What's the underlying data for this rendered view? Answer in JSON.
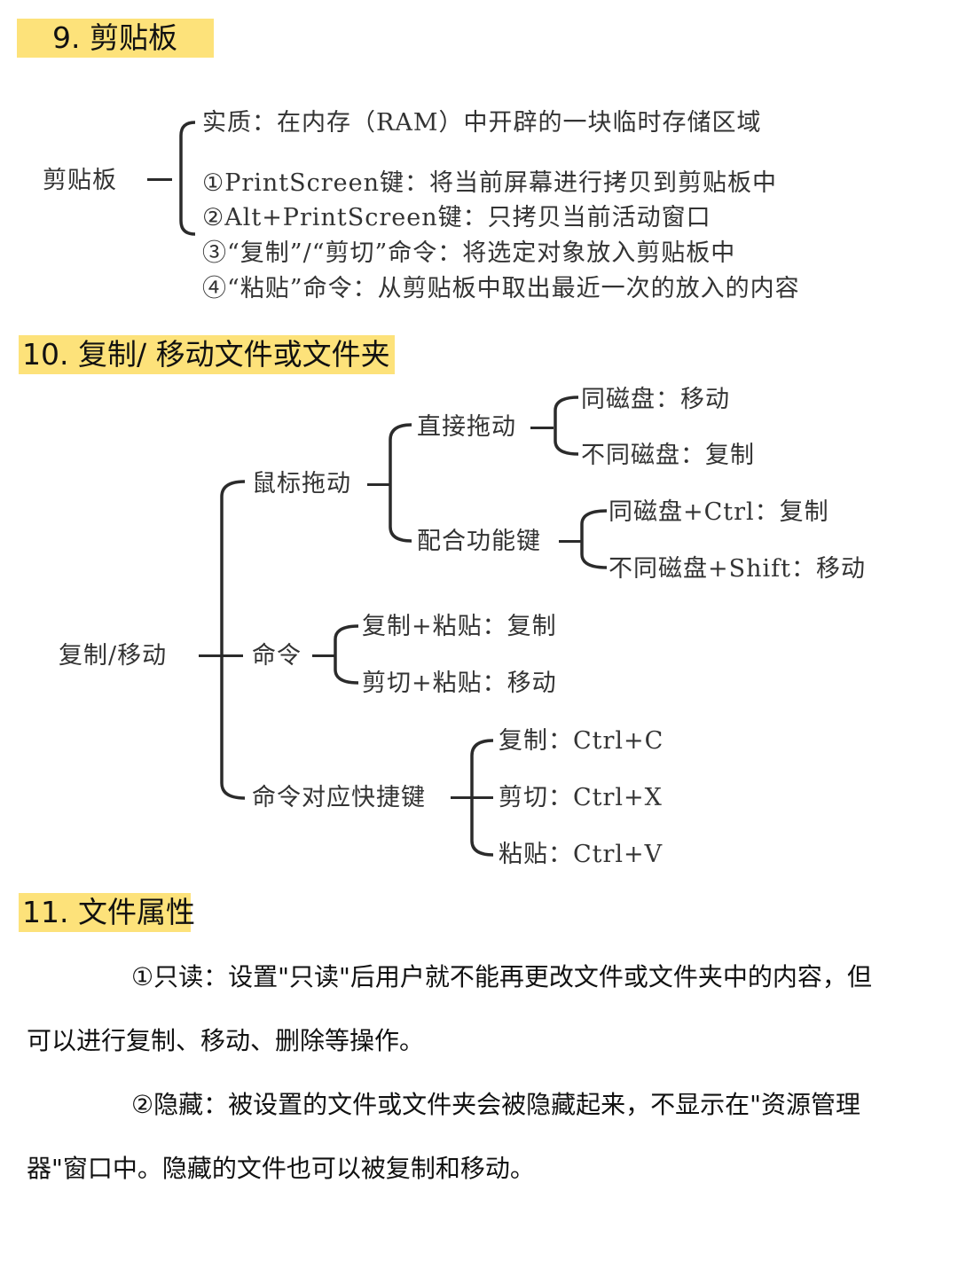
{
  "section9": {
    "heading": "9. 剪贴板",
    "root": "剪贴板",
    "items": [
      "实质：在内存（RAM）中开辟的一块临时存储区域",
      "①PrintScreen键：将当前屏幕进行拷贝到剪贴板中",
      "②Alt+PrintScreen键：只拷贝当前活动窗口",
      "③“复制”/“剪切”命令：将选定对象放入剪贴板中",
      "④“粘贴”命令：从剪贴板中取出最近一次的放入的内容"
    ]
  },
  "section10": {
    "heading": "10. 复制/ 移动文件或文件夹",
    "root": "复制/移动",
    "branches": {
      "mouse_drag": {
        "label": "鼠标拖动",
        "direct": {
          "label": "直接拖动",
          "items": [
            "同磁盘：移动",
            "不同磁盘：复制"
          ]
        },
        "with_key": {
          "label": "配合功能键",
          "items": [
            "同磁盘+Ctrl：复制",
            "不同磁盘+Shift：移动"
          ]
        }
      },
      "command": {
        "label": "命令",
        "items": [
          "复制+粘贴：复制",
          "剪切+粘贴：移动"
        ]
      },
      "shortcuts": {
        "label": "命令对应快捷键",
        "items": [
          "复制：Ctrl+C",
          "剪切：Ctrl+X",
          "粘贴：Ctrl+V"
        ]
      }
    }
  },
  "section11": {
    "heading": "11. 文件属性",
    "paragraphs": [
      {
        "line1": "①只读：设置\"只读\"后用户就不能再更改文件或文件夹中的内容，但",
        "line2": "可以进行复制、移动、删除等操作。"
      },
      {
        "line1": "②隐藏：被设置的文件或文件夹会被隐藏起来，不显示在\"资源管理",
        "line2": "器\"窗口中。隐藏的文件也可以被复制和移动。"
      }
    ]
  },
  "colors": {
    "highlight": "#fde27a",
    "diagram_text": "#333333",
    "line": "#2b2b2b"
  }
}
